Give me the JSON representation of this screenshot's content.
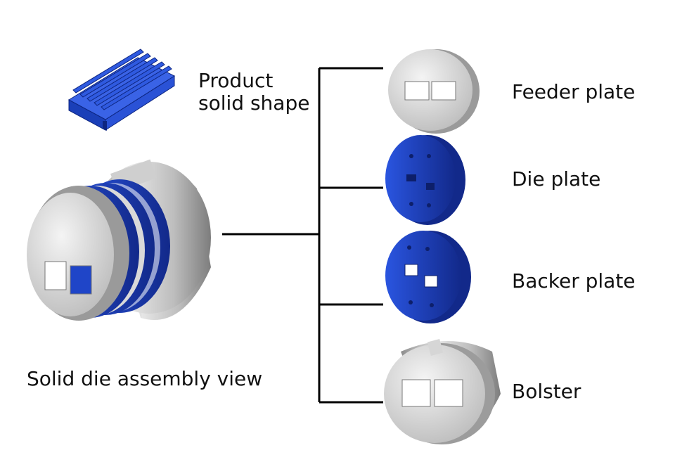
{
  "colors": {
    "steel_light": "#e4e4e4",
    "steel_mid": "#b9b9b9",
    "steel_dark": "#8a8a8a",
    "blue": "#1f45c8",
    "blue_dark": "#132c8c",
    "line": "#000000"
  },
  "icons": [
    "heat-sink-profile",
    "die-assembly",
    "feeder-plate",
    "die-plate",
    "backer-plate",
    "bolster"
  ],
  "labels": {
    "product_line1": "Product",
    "product_line2": "solid shape",
    "assembly": "Solid die assembly view",
    "feeder": "Feeder plate",
    "die": "Die plate",
    "backer": "Backer plate",
    "bolster": "Bolster"
  }
}
